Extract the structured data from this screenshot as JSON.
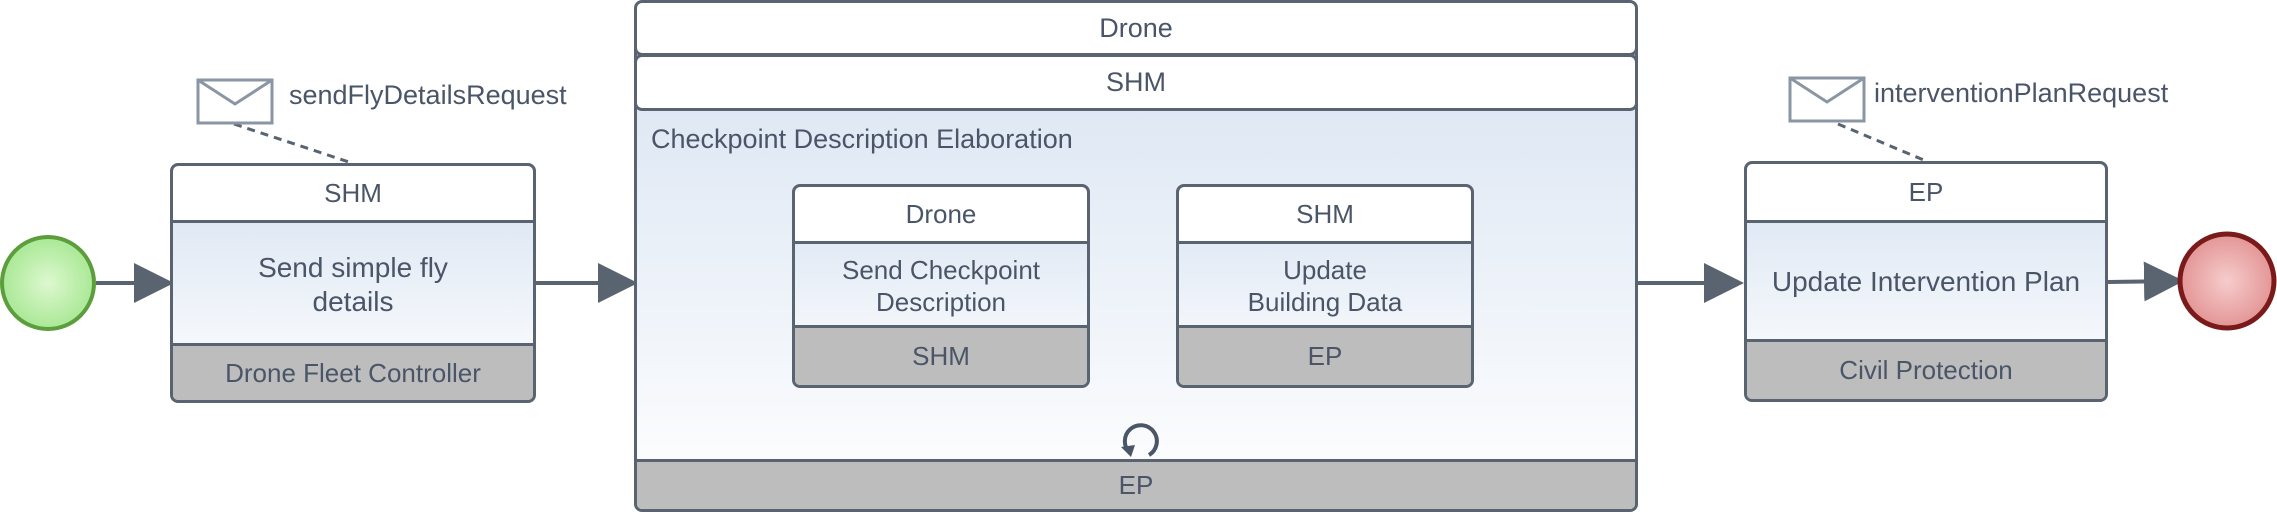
{
  "tasks": {
    "send_fly": {
      "top": "SHM",
      "name": "Send simple fly\ndetails",
      "bottom": "Drone Fleet Controller"
    },
    "update_plan": {
      "top": "EP",
      "name": "Update Intervention Plan",
      "bottom": "Civil Protection"
    }
  },
  "messages": {
    "fly_request": "sendFlyDetailsRequest",
    "plan_request": "interventionPlanRequest"
  },
  "subprocess": {
    "band1": "Drone",
    "band2": "SHM",
    "title": "Checkpoint Description Elaboration",
    "bottom": "EP",
    "inner_tasks": [
      {
        "top": "Drone",
        "name": "Send Checkpoint\nDescription",
        "bottom": "SHM"
      },
      {
        "top": "SHM",
        "name": "Update\nBuilding Data",
        "bottom": "EP"
      }
    ]
  },
  "colors": {
    "start_event": "#9fe58a",
    "end_event": "#e89a9a",
    "stroke": "#5a6470",
    "participant_band": "#bdbdbd"
  }
}
